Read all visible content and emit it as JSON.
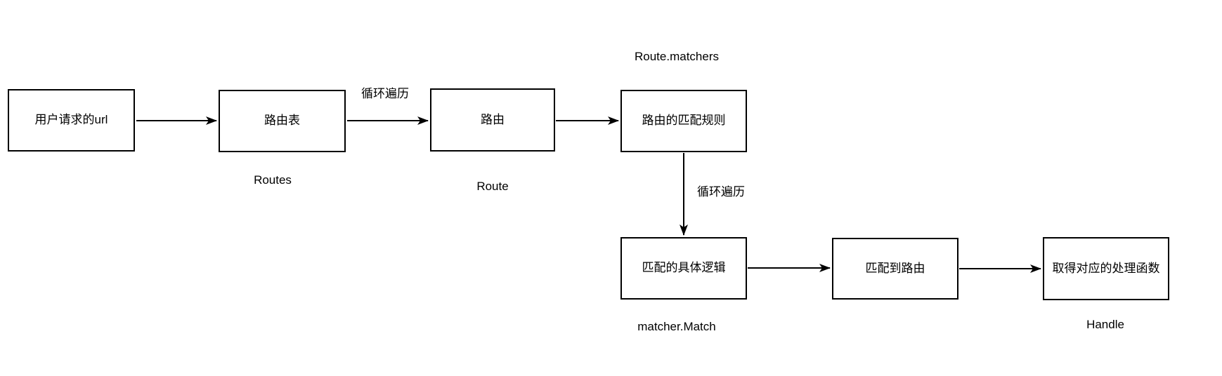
{
  "diagram": {
    "colors": {
      "stroke": "#000000",
      "node_fill": "#ffffff",
      "text": "#000000",
      "background": "#ffffff"
    },
    "nodes": [
      {
        "id": "user-url",
        "label": "用户请求的url"
      },
      {
        "id": "routes-table",
        "label": "路由表",
        "caption": "Routes"
      },
      {
        "id": "route",
        "label": "路由",
        "caption": "Route"
      },
      {
        "id": "route-matchers",
        "label": "路由的匹配规则",
        "caption": "Route.matchers"
      },
      {
        "id": "matcher-logic",
        "label": "匹配的具体逻辑",
        "caption": "matcher.Match"
      },
      {
        "id": "matched-route",
        "label": "匹配到路由"
      },
      {
        "id": "handler",
        "label": "取得对应的处理函数",
        "caption": "Handle"
      }
    ],
    "edges": [
      {
        "from": "user-url",
        "to": "routes-table"
      },
      {
        "from": "routes-table",
        "to": "route",
        "label": "循环遍历"
      },
      {
        "from": "route",
        "to": "route-matchers"
      },
      {
        "from": "route-matchers",
        "to": "matcher-logic",
        "label": "循环遍历"
      },
      {
        "from": "matcher-logic",
        "to": "matched-route"
      },
      {
        "from": "matched-route",
        "to": "handler"
      }
    ]
  }
}
